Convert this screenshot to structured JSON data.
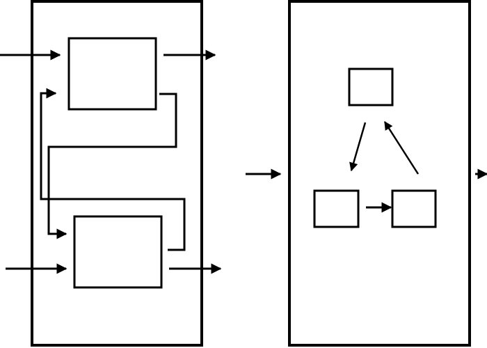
{
  "colors": {
    "background": "#ffffff",
    "stroke": "#000000"
  },
  "diagram": {
    "left_panel": {
      "blocks": [
        "upper-block",
        "lower-block"
      ],
      "connectors": [
        "upper-output-to-lower-input",
        "lower-output-to-upper-input"
      ]
    },
    "right_panel": {
      "blocks": [
        "top-node",
        "bottom-left-node",
        "bottom-right-node"
      ],
      "connectors": [
        "top-to-bottom-left",
        "bottom-left-to-bottom-right",
        "bottom-right-to-top"
      ]
    }
  }
}
